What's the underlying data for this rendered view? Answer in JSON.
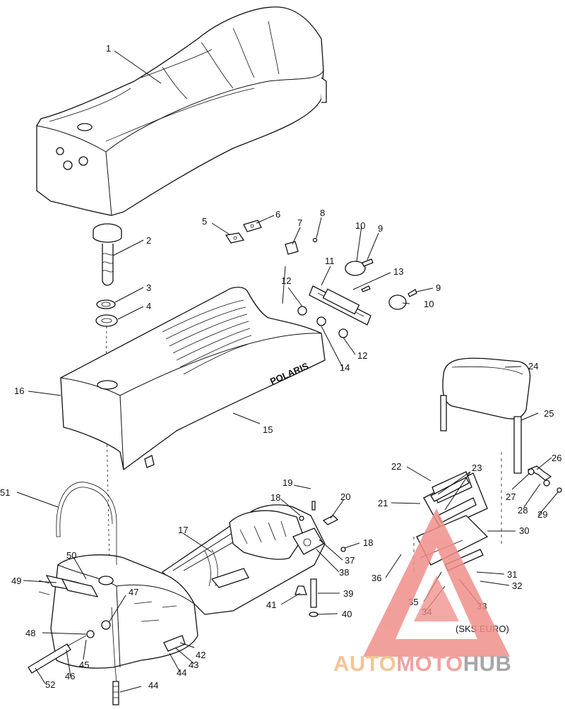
{
  "diagram": {
    "callouts": [
      "1",
      "2",
      "3",
      "4",
      "5",
      "6",
      "7",
      "8",
      "9",
      "10",
      "11",
      "12",
      "13",
      "9",
      "10",
      "12",
      "14",
      "15",
      "16",
      "17",
      "18",
      "19",
      "20",
      "18",
      "21",
      "22",
      "23",
      "24",
      "25",
      "26",
      "27",
      "28",
      "29",
      "30",
      "31",
      "32",
      "33",
      "34",
      "35",
      "36",
      "37",
      "38",
      "39",
      "40",
      "41",
      "42",
      "43",
      "44",
      "45",
      "46",
      "47",
      "48",
      "49",
      "50",
      "51",
      "52",
      "44"
    ],
    "logo_text": "POLARIS",
    "variant_note": "(SKS EURO)"
  },
  "watermark": {
    "part1": "AUTO",
    "part2": "MOTO",
    "part3": "HUB",
    "colors": {
      "auto": "#f3c596",
      "moto": "#f0a3a0",
      "hub": "#a7a7a7",
      "triangle": "#f08f8b"
    }
  }
}
